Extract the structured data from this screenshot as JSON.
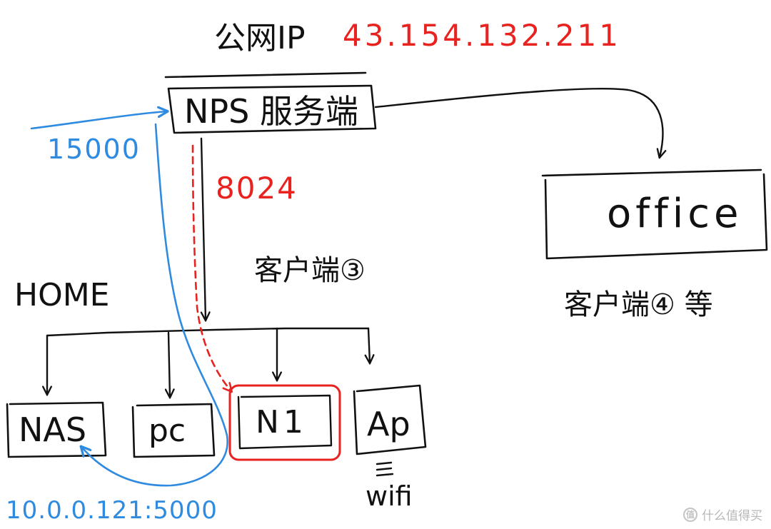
{
  "labels": {
    "public_ip_prefix": "公网IP",
    "public_ip_value": "43.154.132.211",
    "nps_server": "NPS 服务端",
    "port_15000": "15000",
    "port_8024": "8024",
    "client3": "客户端③",
    "home": "HOME",
    "office": "office",
    "client4": "客户端④ 等",
    "nas": "NAS",
    "pc": "pc",
    "n1": "N1",
    "ap": "Ap",
    "wifi": "wifi",
    "nas_addr": "10.0.0.121:5000"
  },
  "watermark": {
    "text": "值 什么值得买"
  },
  "colors": {
    "ink": "#111111",
    "red": "#e8231f",
    "blue": "#2f8be0"
  }
}
